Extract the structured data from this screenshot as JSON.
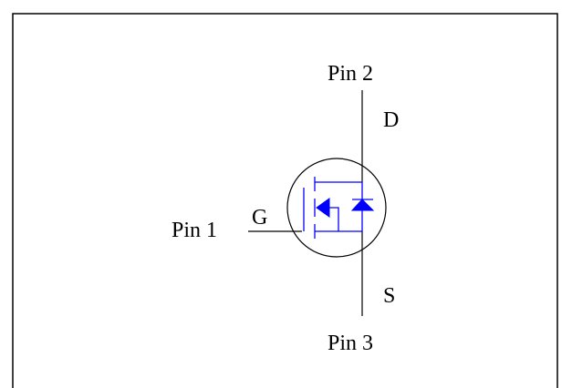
{
  "diagram": {
    "pins": {
      "pin_top": "Pin 2",
      "pin_left": "Pin 1",
      "pin_bottom": "Pin 3"
    },
    "terminals": {
      "drain": "D",
      "gate": "G",
      "source": "S"
    }
  },
  "colors": {
    "frame": "#000000",
    "wire": "#000000",
    "symbol": "#0000ff"
  }
}
